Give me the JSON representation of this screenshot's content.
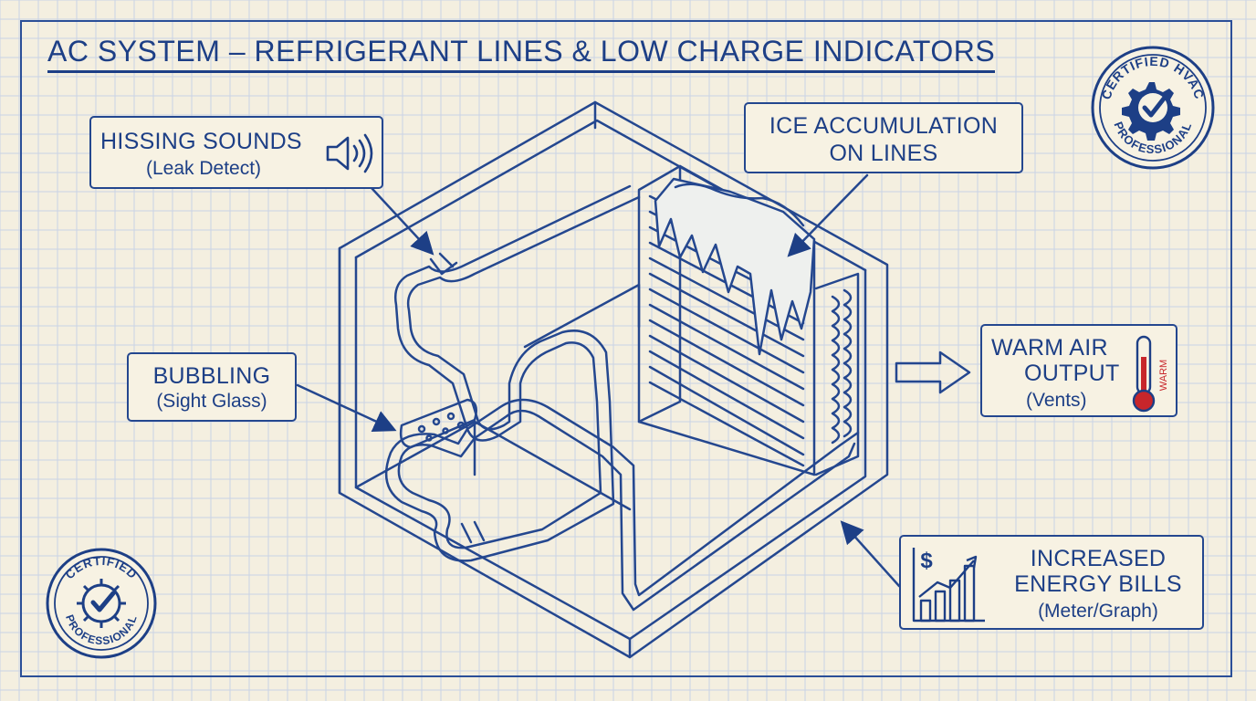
{
  "title": "AC SYSTEM – REFRIGERANT LINES & LOW CHARGE INDICATORS",
  "callouts": {
    "hissing": {
      "title": "HISSING SOUNDS",
      "subtitle": "(Leak Detect)"
    },
    "ice": {
      "line1": "ICE ACCUMULATION",
      "line2": "ON LINES"
    },
    "bubbling": {
      "title": "BUBBLING",
      "subtitle": "(Sight Glass)"
    },
    "warm_air": {
      "line1": "WARM AIR",
      "line2": "OUTPUT",
      "subtitle": "(Vents)",
      "thermometer_label": "WARM"
    },
    "energy": {
      "line1": "INCREASED",
      "line2": "ENERGY BILLS",
      "subtitle": "(Meter/Graph)",
      "currency_symbol": "$"
    }
  },
  "seals": {
    "top_right": {
      "top_text": "CERTIFIED HVAC",
      "bottom_text": "PROFESSIONAL"
    },
    "bottom_left": {
      "top_text": "CERTIFIED",
      "bottom_text": "PROFESSIONAL"
    }
  },
  "icons": [
    "speaker-sound-icon",
    "thermometer-icon",
    "rising-bar-chart-icon",
    "gear-checkmark-icon",
    "arrow-right-icon"
  ],
  "colors": {
    "ink": "#1d3f86",
    "paper": "#f4efe0",
    "grid": "#c9d3e6",
    "warm_red": "#c8262b"
  }
}
